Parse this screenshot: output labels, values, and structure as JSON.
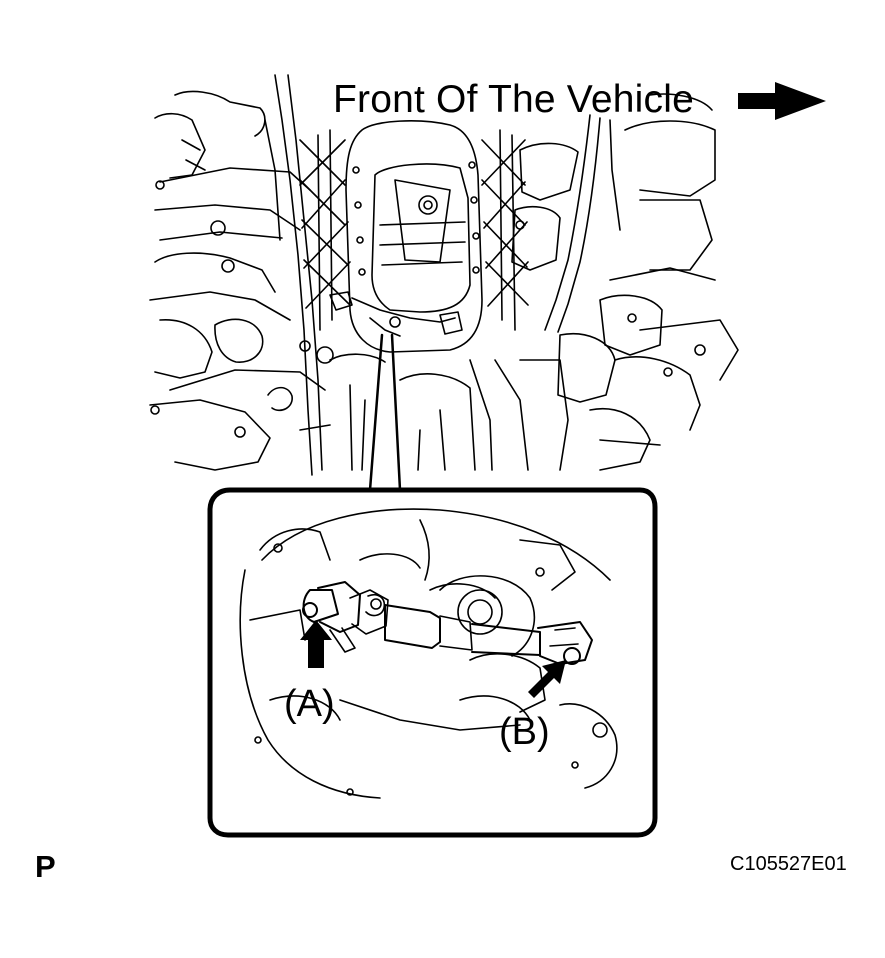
{
  "diagram": {
    "direction_label": "Front Of The Vehicle",
    "callout_a": "(A)",
    "callout_b": "(B)",
    "page_letter": "P",
    "figure_code": "C105527E01",
    "icons": [
      "direction-arrow-icon",
      "bolt-arrow-icon"
    ]
  }
}
